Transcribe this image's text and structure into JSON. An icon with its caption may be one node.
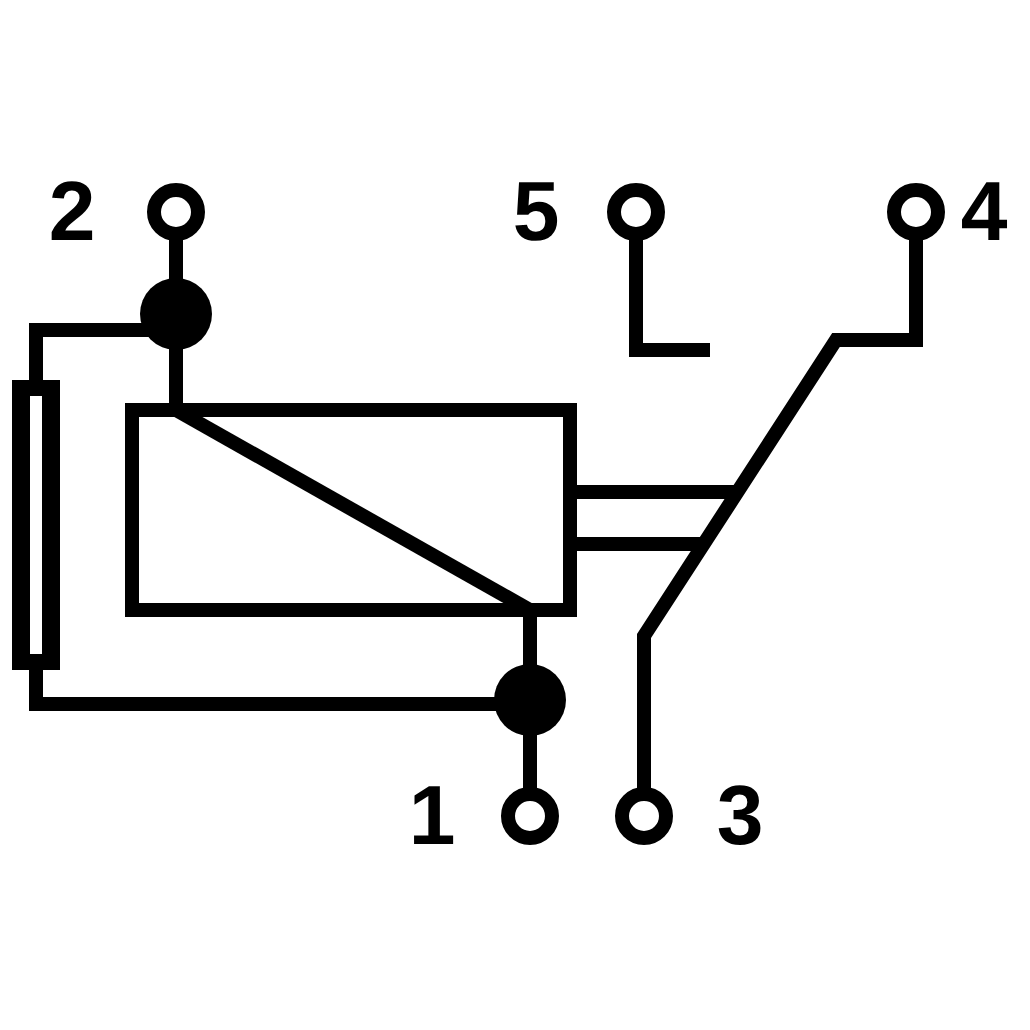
{
  "diagram": {
    "labels": [
      "2",
      "5",
      "4",
      "1",
      "3"
    ]
  }
}
